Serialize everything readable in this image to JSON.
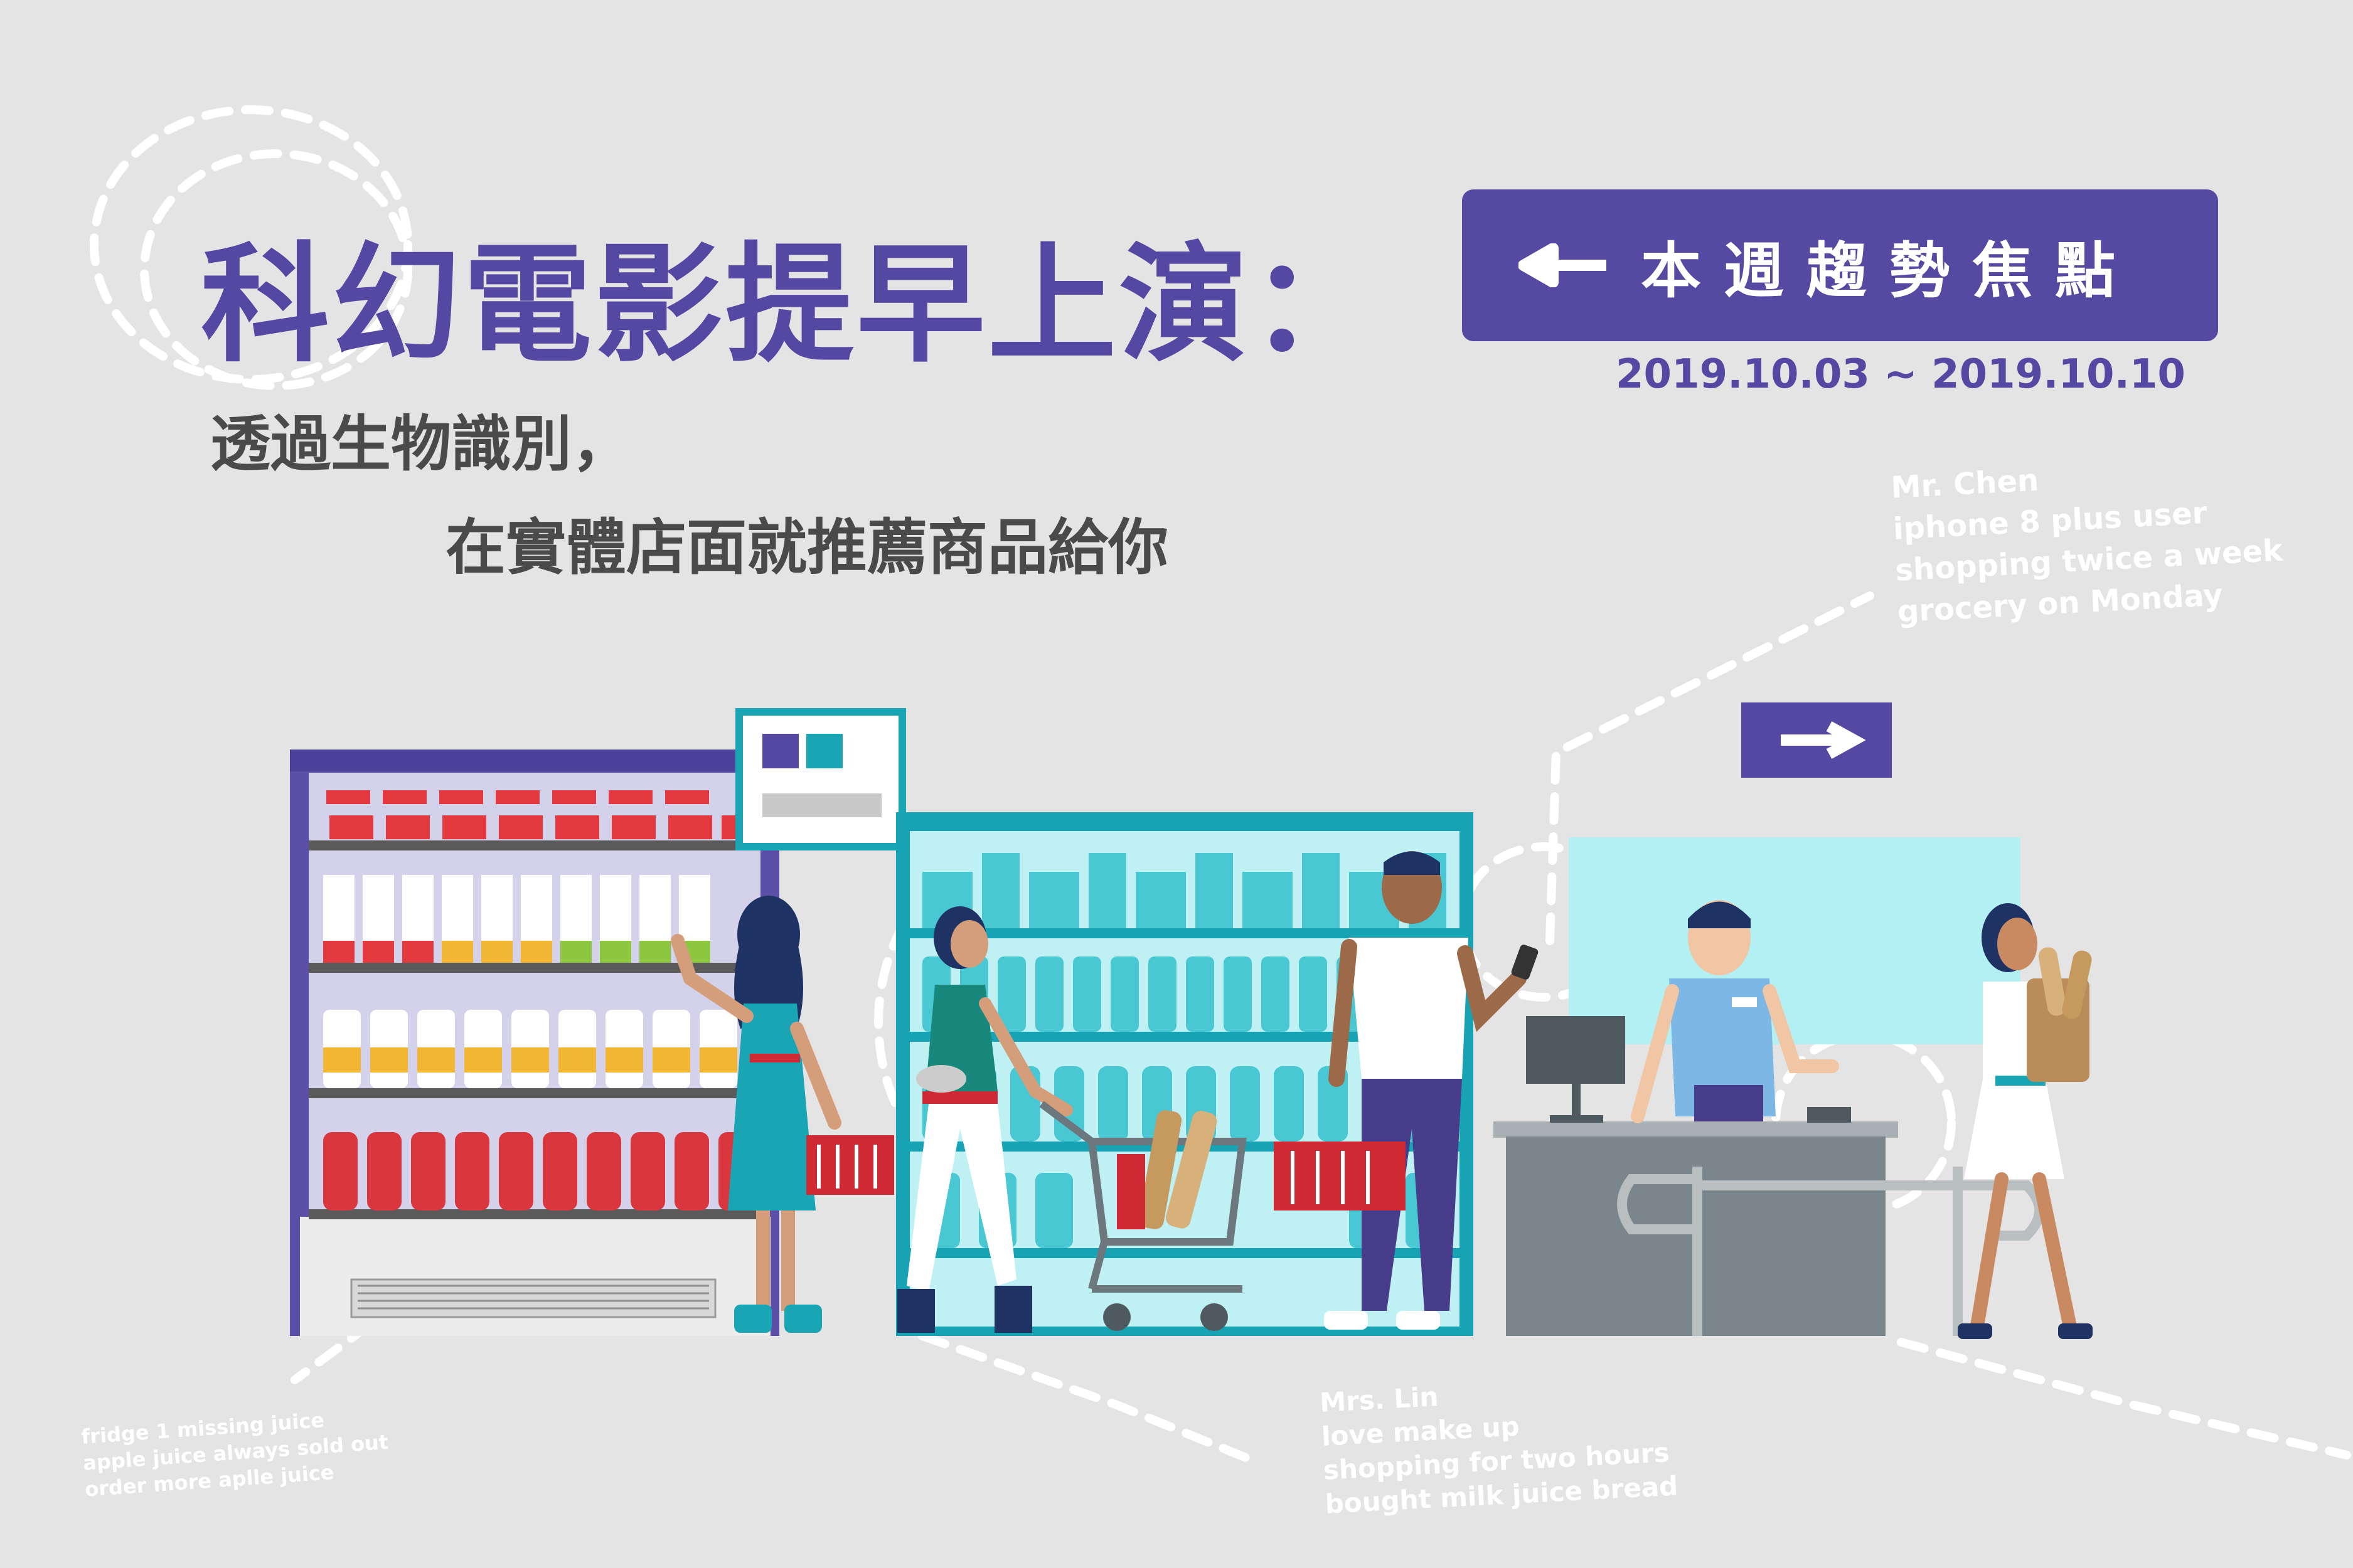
{
  "headline": {
    "title": "科幻電影提早上演：",
    "subtitle_line1": "透過生物識別，",
    "subtitle_line2": "在實體店面就推薦商品給你"
  },
  "trend_button": {
    "label": "本週趨勢焦點",
    "icon": "arrow-left-icon"
  },
  "date_range": "2019.10.03 ~ 2019.10.10",
  "notes": {
    "mr_chen": [
      "Mr. Chen",
      "iphone 8 plus user",
      "shopping twice a week",
      "grocery on Monday"
    ],
    "fridge": [
      "fridge 1 missing juice",
      "apple juice always sold out",
      "order more aplle juice"
    ],
    "mrs_lin": [
      "Mrs. Lin",
      "love make up",
      "shopping for two hours",
      "bought milk juice bread"
    ]
  },
  "colors": {
    "background": "#e4e4e4",
    "accent_purple": "#5548a2",
    "accent_teal": "#17a3b4",
    "text_gray": "#4a4a4a",
    "basket_red": "#cf2a33"
  }
}
